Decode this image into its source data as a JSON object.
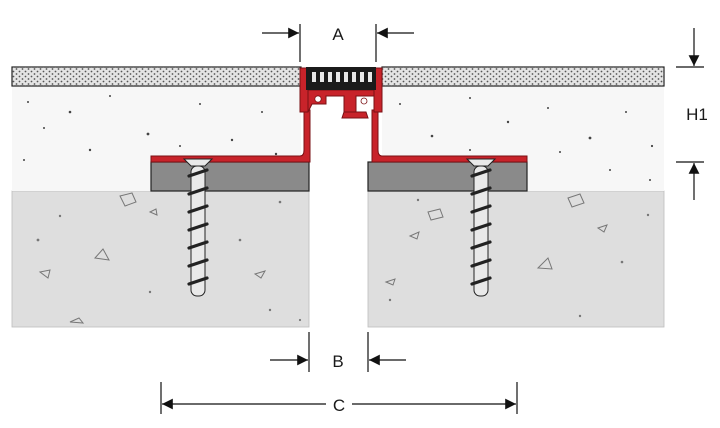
{
  "labels": {
    "a": "A",
    "b": "B",
    "c": "C",
    "h1": "H1"
  },
  "colors": {
    "profile_red": "#c8232a",
    "profile_outline": "#7a1014",
    "rubber_insert": "#1b1b1b",
    "tile_fill": "#e4e4e4",
    "screed_fill": "#f7f7f7",
    "concrete_fill": "#dedede",
    "bedding_fill": "#8a8a8a",
    "screw_fill": "#e9e9e9",
    "dimension_line": "#111111"
  },
  "icons": {
    "anchor_screw": "screw-icon",
    "expansion_profile": "expansion-joint-profile"
  }
}
